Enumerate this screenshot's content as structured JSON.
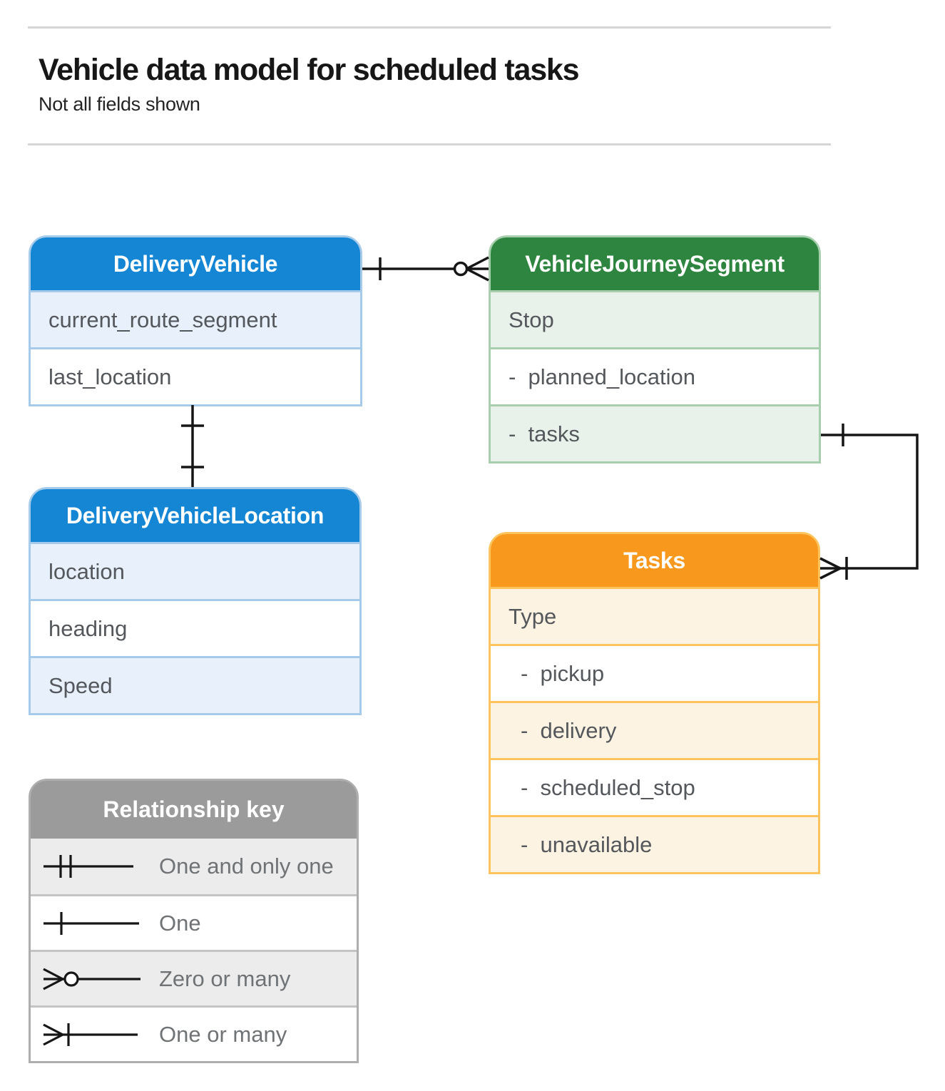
{
  "page": {
    "title": "Vehicle data model for scheduled tasks",
    "subtitle": "Not all fields shown"
  },
  "entities": {
    "delivery_vehicle": {
      "title": "DeliveryVehicle",
      "fields": [
        "current_route_segment",
        "last_location"
      ]
    },
    "vehicle_journey_segment": {
      "title": "VehicleJourneySegment",
      "fields": [
        "Stop",
        "-  planned_location",
        "-  tasks"
      ]
    },
    "delivery_vehicle_location": {
      "title": "DeliveryVehicleLocation",
      "fields": [
        "location",
        "heading",
        "Speed"
      ]
    },
    "tasks": {
      "title": "Tasks",
      "fields": [
        "Type",
        "-  pickup",
        "-  delivery",
        "-  scheduled_stop",
        "-  unavailable"
      ]
    }
  },
  "legend": {
    "title": "Relationship key",
    "items": [
      {
        "icon": "one-and-only-one-icon",
        "label": "One and only one"
      },
      {
        "icon": "one-icon",
        "label": "One"
      },
      {
        "icon": "zero-or-many-icon",
        "label": "Zero or many"
      },
      {
        "icon": "one-or-many-icon",
        "label": "One or many"
      }
    ]
  },
  "relationships": [
    {
      "from": "DeliveryVehicle",
      "to": "VehicleJourneySegment",
      "from_cardinality": "One",
      "to_cardinality": "Zero or many"
    },
    {
      "from": "DeliveryVehicle",
      "to": "DeliveryVehicleLocation",
      "from_cardinality": "One",
      "to_cardinality": "One"
    },
    {
      "from": "VehicleJourneySegment.tasks",
      "to": "Tasks",
      "from_cardinality": "One",
      "to_cardinality": "One or many"
    }
  ],
  "colors": {
    "blue_header": "#1486d4",
    "blue_tint": "#e7f0fb",
    "green_header": "#2e8540",
    "green_tint": "#e9f2ea",
    "orange_header": "#f8991d",
    "orange_tint": "#fdf3e2",
    "gray_header": "#9b9b9b",
    "gray_tint": "#ececec",
    "connector_line": "#161616",
    "row_text": "#54575b",
    "title_text": "#171717"
  }
}
